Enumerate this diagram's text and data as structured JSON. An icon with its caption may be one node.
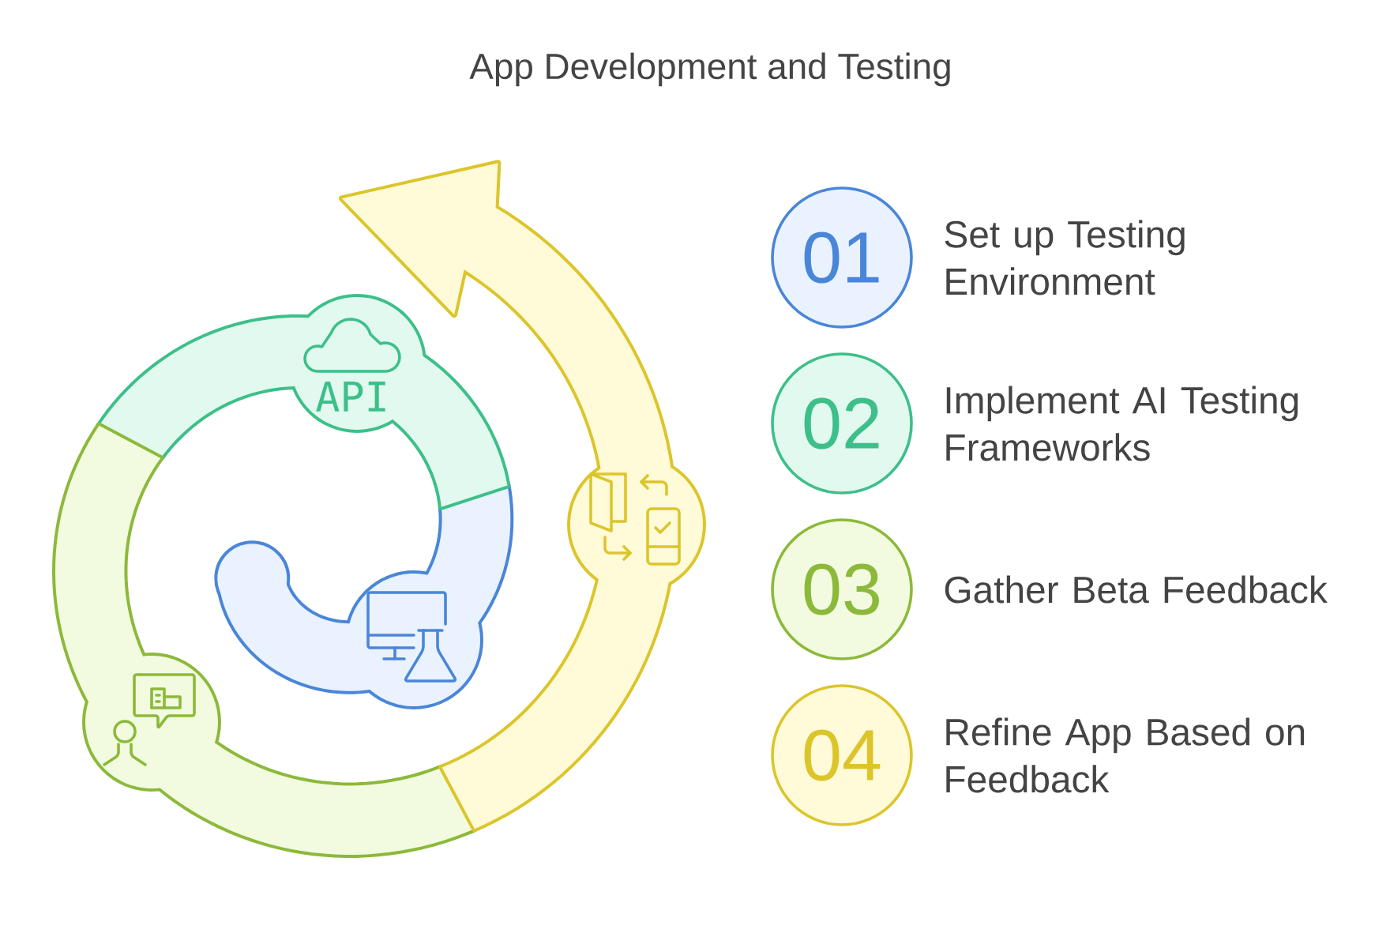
{
  "diagram": {
    "title": "App Development and Testing",
    "nodes": [
      {
        "text": [],
        "shape": "band"
      },
      {
        "text": [
          "API"
        ]
      },
      {
        "text": [],
        "shape": "band"
      },
      {
        "text": [],
        "shape": "arrow"
      },
      {
        "text": [
          "01"
        ],
        "beside": [
          "Set up Testing Environment"
        ]
      },
      {
        "text": [
          "02"
        ],
        "beside": [
          "Implement AI Testing Frameworks"
        ]
      },
      {
        "text": [
          "03"
        ],
        "beside": [
          "Gather Beta Feedback"
        ]
      },
      {
        "text": [
          "04"
        ],
        "beside": [
          "Refine App Based on Feedback"
        ]
      }
    ]
  }
}
